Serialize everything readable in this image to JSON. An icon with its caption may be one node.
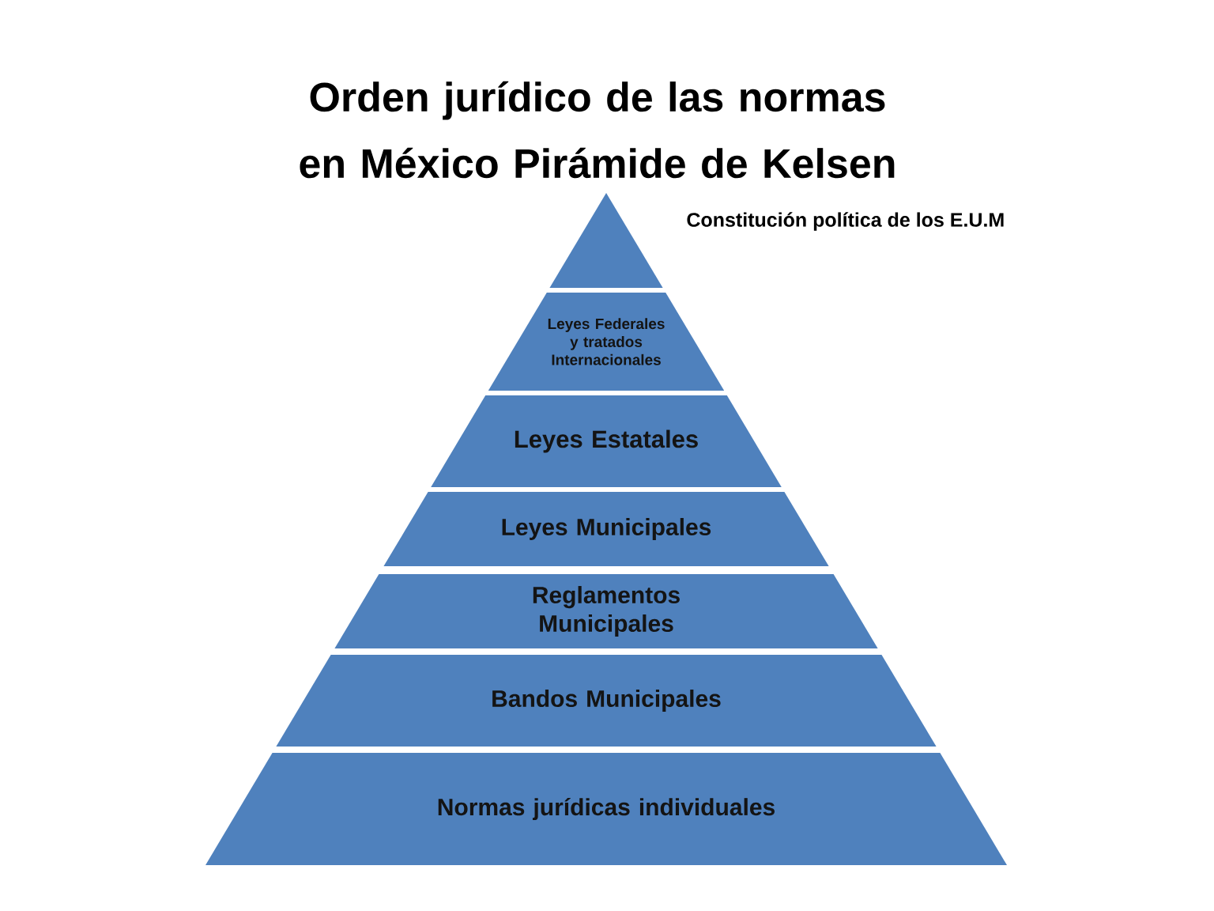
{
  "diagram": {
    "title": "Orden jurídico de las normas en México Pirámide de Kelsen",
    "nodes": [
      {
        "text": [],
        "shape": "triangle",
        "beside": [
          "Constitución política de los E.U.M"
        ]
      },
      {
        "text": [
          "Leyes Federales y tratados Internacionales"
        ]
      },
      {
        "text": [
          "Leyes Estatales"
        ]
      },
      {
        "text": [
          "Leyes Municipales"
        ]
      },
      {
        "text": [
          "Reglamentos Municipales"
        ]
      },
      {
        "text": [
          "Bandos Municipales"
        ]
      },
      {
        "text": [
          "Normas jurídicas individuales"
        ]
      }
    ],
    "edges": []
  }
}
